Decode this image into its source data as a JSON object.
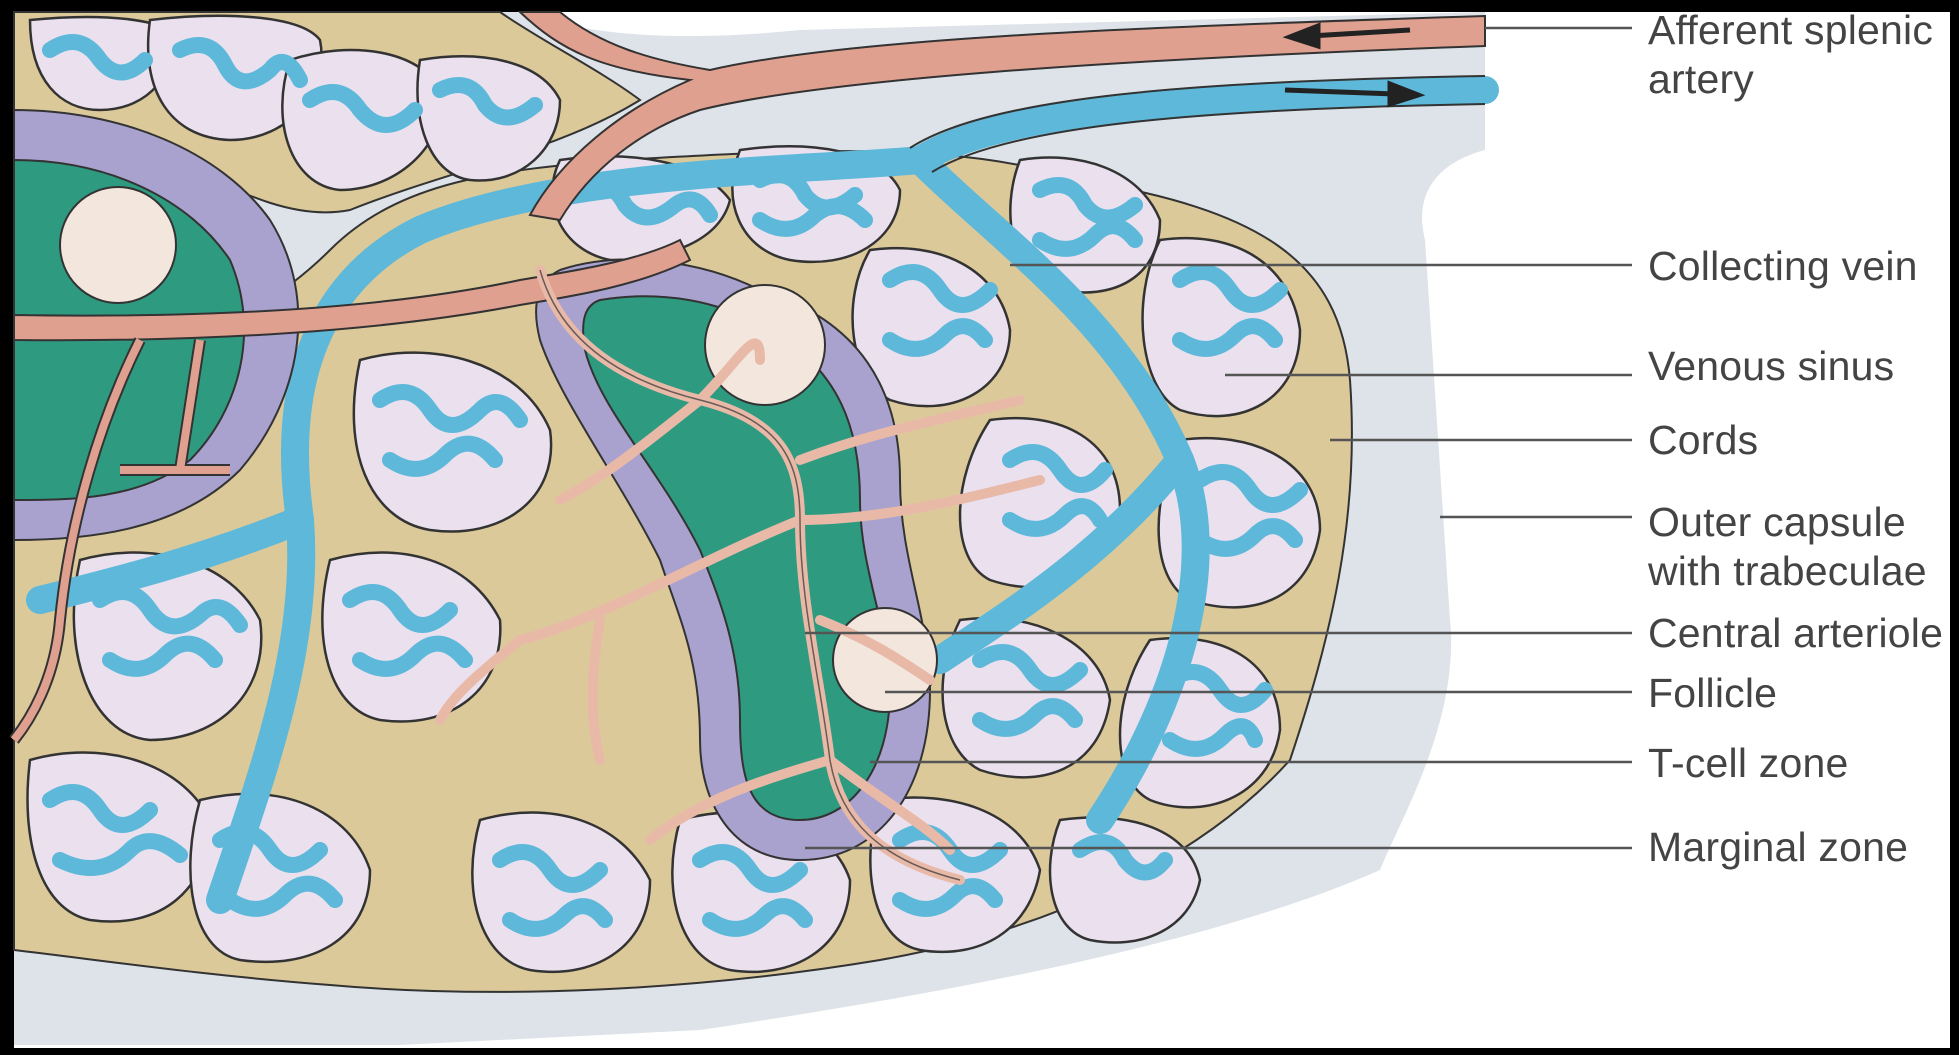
{
  "figure": {
    "labels": [
      {
        "id": "afferent",
        "lines": [
          "Afferent splenic",
          "artery"
        ]
      },
      {
        "id": "collecting",
        "lines": [
          "Collecting vein"
        ]
      },
      {
        "id": "venous",
        "lines": [
          "Venous sinus"
        ]
      },
      {
        "id": "cords",
        "lines": [
          "Cords"
        ]
      },
      {
        "id": "outer",
        "lines": [
          "Outer capsule",
          "with trabeculae"
        ]
      },
      {
        "id": "central",
        "lines": [
          "Central arteriole"
        ]
      },
      {
        "id": "follicle",
        "lines": [
          "Follicle"
        ]
      },
      {
        "id": "tcell",
        "lines": [
          "T-cell zone"
        ]
      },
      {
        "id": "marginal",
        "lines": [
          "Marginal zone"
        ]
      }
    ],
    "colors": {
      "capsule": "#dde3e8",
      "cord": "#dcc99a",
      "lobule": "#eae0ee",
      "sinus": "#5db8d9",
      "artery": "#e0a090",
      "arteriole": "#e9b9a8",
      "marginal": "#a9a2cf",
      "tcell": "#2e9a80",
      "follicle": "#f2e6dd",
      "leader": "#555555"
    }
  }
}
